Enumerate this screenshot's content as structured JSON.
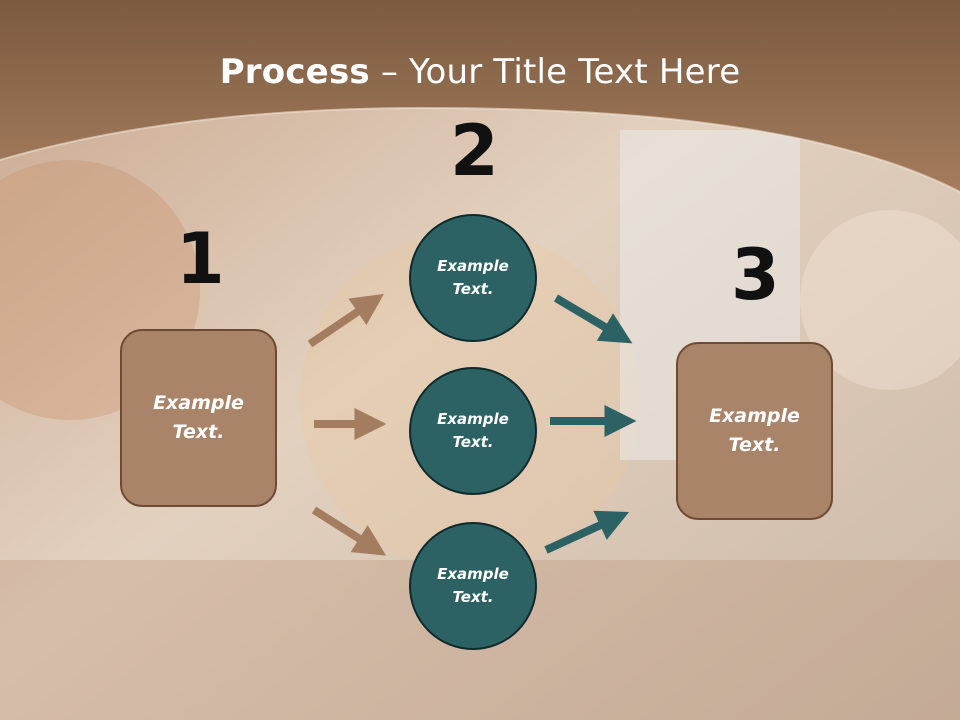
{
  "slide": {
    "title_bold": "Process",
    "title_rest": " – Your Title Text Here"
  },
  "steps": {
    "one": "1",
    "two": "2",
    "three": "3"
  },
  "boxes": {
    "left": "Example Text.",
    "right": "Example Text."
  },
  "circles": {
    "top": "Example Text.",
    "middle": "Example Text.",
    "bottom": "Example Text."
  },
  "colors": {
    "header_brown": "#93694a",
    "box_fill": "#a98469",
    "circle_fill": "#2d6265",
    "arrow_brown": "#a47d60",
    "arrow_teal": "#2d6265"
  }
}
